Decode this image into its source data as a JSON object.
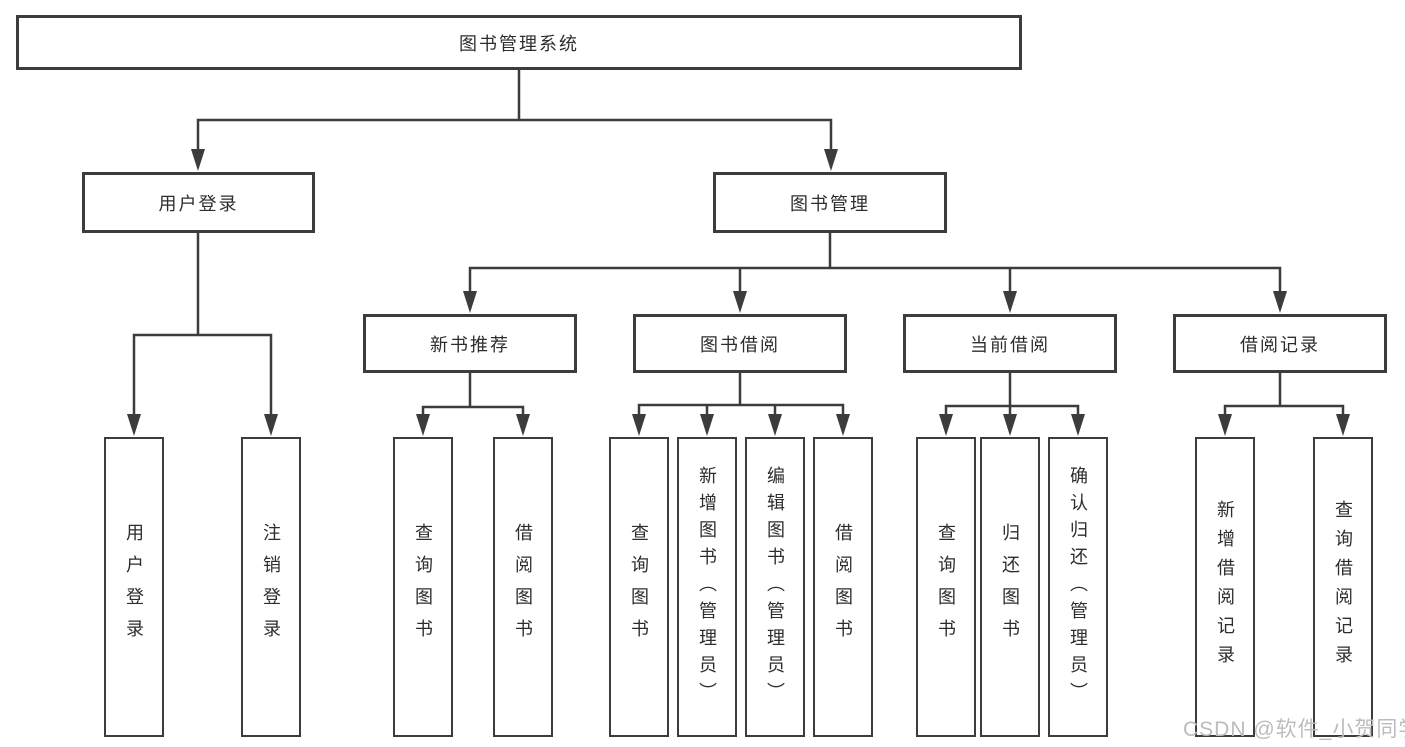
{
  "diagram": {
    "title": "图书管理系统",
    "user_login_branch": {
      "label": "用户登录",
      "children": [
        "用户登录",
        "注销登录"
      ]
    },
    "book_management_branch": {
      "label": "图书管理",
      "sections": [
        {
          "label": "新书推荐",
          "children": [
            "查询图书",
            "借阅图书"
          ]
        },
        {
          "label": "图书借阅",
          "children": [
            "查询图书",
            "新增图书（管理员）",
            "编辑图书（管理员）",
            "借阅图书"
          ]
        },
        {
          "label": "当前借阅",
          "children": [
            "查询图书",
            "归还图书",
            "确认归还（管理员）"
          ]
        },
        {
          "label": "借阅记录",
          "children": [
            "新增借阅记录",
            "查询借阅记录"
          ]
        }
      ]
    },
    "watermark": "CSDN @软件_小贺同学",
    "colors": {
      "line": "#3c3c3c",
      "text": "#2d2d2d",
      "watermark": "#bcbcbc",
      "background": "#ffffff"
    }
  }
}
